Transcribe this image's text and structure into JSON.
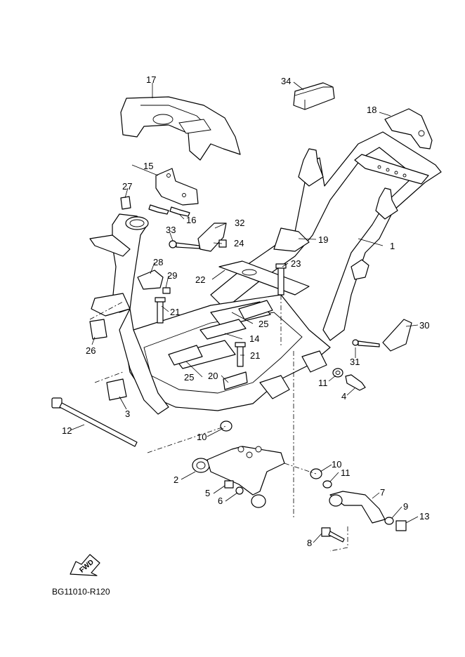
{
  "diagram": {
    "drawing_code": "BG11010-R120",
    "fwd_label": "FWD",
    "callouts": [
      {
        "id": "c1",
        "label": "1"
      },
      {
        "id": "c2",
        "label": "2"
      },
      {
        "id": "c3",
        "label": "3"
      },
      {
        "id": "c4",
        "label": "4"
      },
      {
        "id": "c5",
        "label": "5"
      },
      {
        "id": "c6",
        "label": "6"
      },
      {
        "id": "c7",
        "label": "7"
      },
      {
        "id": "c8",
        "label": "8"
      },
      {
        "id": "c9",
        "label": "9"
      },
      {
        "id": "c10a",
        "label": "10"
      },
      {
        "id": "c10b",
        "label": "10"
      },
      {
        "id": "c11a",
        "label": "11"
      },
      {
        "id": "c11b",
        "label": "11"
      },
      {
        "id": "c12",
        "label": "12"
      },
      {
        "id": "c13",
        "label": "13"
      },
      {
        "id": "c14",
        "label": "14"
      },
      {
        "id": "c15",
        "label": "15"
      },
      {
        "id": "c16",
        "label": "16"
      },
      {
        "id": "c17",
        "label": "17"
      },
      {
        "id": "c18",
        "label": "18"
      },
      {
        "id": "c19",
        "label": "19"
      },
      {
        "id": "c20",
        "label": "20"
      },
      {
        "id": "c21a",
        "label": "21"
      },
      {
        "id": "c21b",
        "label": "21"
      },
      {
        "id": "c22",
        "label": "22"
      },
      {
        "id": "c23",
        "label": "23"
      },
      {
        "id": "c24",
        "label": "24"
      },
      {
        "id": "c25a",
        "label": "25"
      },
      {
        "id": "c25b",
        "label": "25"
      },
      {
        "id": "c26",
        "label": "26"
      },
      {
        "id": "c27",
        "label": "27"
      },
      {
        "id": "c28",
        "label": "28"
      },
      {
        "id": "c29",
        "label": "29"
      },
      {
        "id": "c30",
        "label": "30"
      },
      {
        "id": "c31",
        "label": "31"
      },
      {
        "id": "c32",
        "label": "32"
      },
      {
        "id": "c33",
        "label": "33"
      },
      {
        "id": "c34",
        "label": "34"
      }
    ]
  }
}
